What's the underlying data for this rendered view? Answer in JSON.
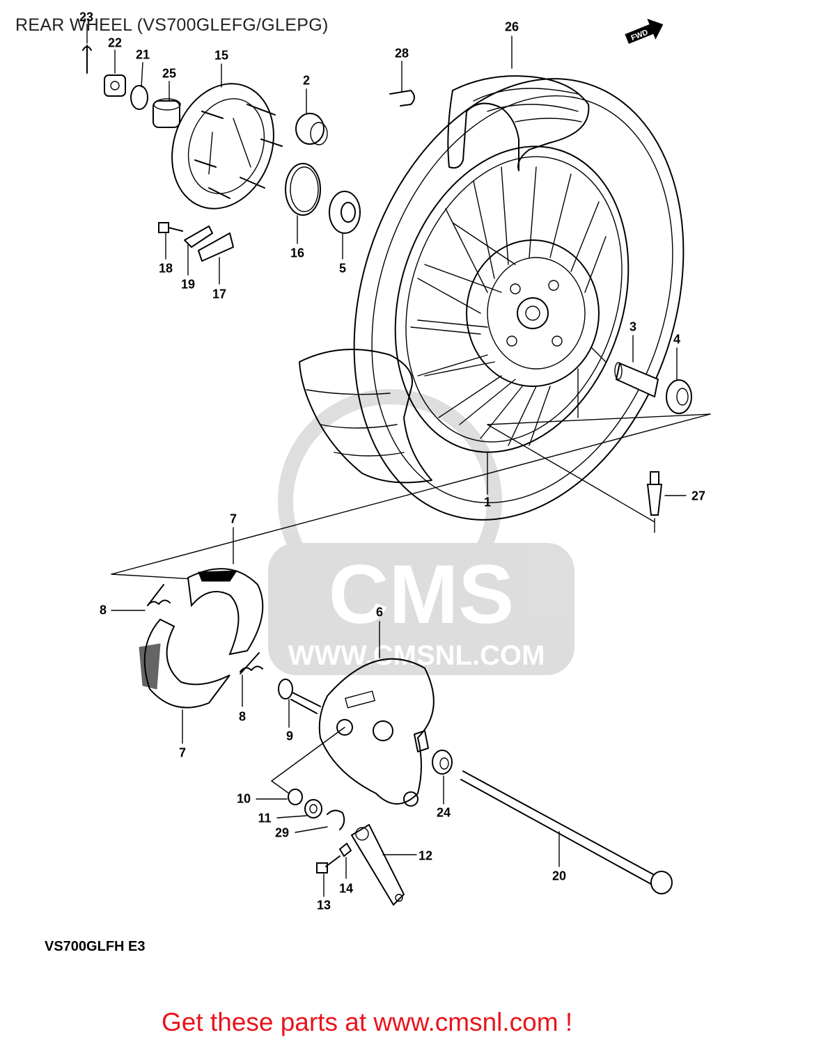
{
  "header": {
    "title": "REAR WHEEL (VS700GLEFG/GLEPG)"
  },
  "model_code": "VS700GLFH E3",
  "footer": {
    "text": "Get these parts at www.cmsnl.com !"
  },
  "watermark": {
    "brand": "CMS",
    "url": "WWW.CMSNL.COM"
  },
  "badge": {
    "text": "FWD"
  },
  "callouts": [
    {
      "id": "23",
      "label": "23"
    },
    {
      "id": "22",
      "label": "22"
    },
    {
      "id": "21",
      "label": "21"
    },
    {
      "id": "25",
      "label": "25"
    },
    {
      "id": "15",
      "label": "15"
    },
    {
      "id": "2",
      "label": "2"
    },
    {
      "id": "28",
      "label": "28"
    },
    {
      "id": "26",
      "label": "26"
    },
    {
      "id": "16",
      "label": "16"
    },
    {
      "id": "5",
      "label": "5"
    },
    {
      "id": "18",
      "label": "18"
    },
    {
      "id": "19",
      "label": "19"
    },
    {
      "id": "17",
      "label": "17"
    },
    {
      "id": "3",
      "label": "3"
    },
    {
      "id": "4",
      "label": "4"
    },
    {
      "id": "1",
      "label": "1"
    },
    {
      "id": "27",
      "label": "27"
    },
    {
      "id": "7a",
      "label": "7"
    },
    {
      "id": "8a",
      "label": "8"
    },
    {
      "id": "6",
      "label": "6"
    },
    {
      "id": "8b",
      "label": "8"
    },
    {
      "id": "9",
      "label": "9"
    },
    {
      "id": "7b",
      "label": "7"
    },
    {
      "id": "10",
      "label": "10"
    },
    {
      "id": "11",
      "label": "11"
    },
    {
      "id": "29",
      "label": "29"
    },
    {
      "id": "24",
      "label": "24"
    },
    {
      "id": "12",
      "label": "12"
    },
    {
      "id": "20",
      "label": "20"
    },
    {
      "id": "14",
      "label": "14"
    },
    {
      "id": "13",
      "label": "13"
    }
  ]
}
